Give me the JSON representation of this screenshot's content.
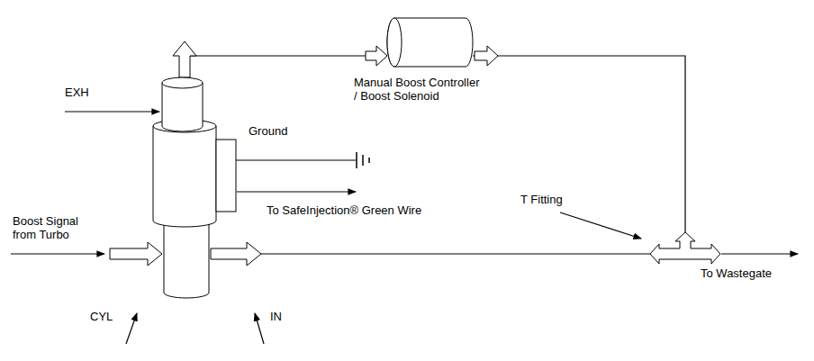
{
  "diagram": {
    "nodes": [
      {
        "text": [
          "Manual Boost Controller / Boost Solenoid"
        ]
      },
      {
        "text": [
          "EXH",
          "CYL",
          "IN"
        ]
      },
      {
        "text": [
          "T Fitting"
        ]
      }
    ],
    "edges": [
      {
        "from": 1,
        "to": 0,
        "arrow": "to"
      },
      {
        "from": 0,
        "to": 2,
        "arrow": "none"
      },
      {
        "from": 1,
        "to": 2,
        "arrow": "none"
      }
    ],
    "labels": [
      "Ground",
      "To SafeInjection® Green Wire",
      "Boost Signal from Turbo",
      "To Wastegate"
    ]
  }
}
